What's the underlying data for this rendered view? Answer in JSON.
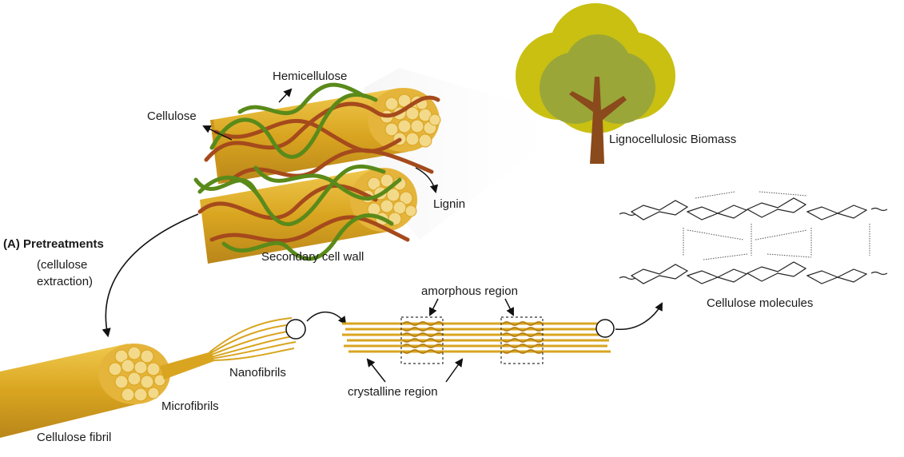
{
  "labels": {
    "hemicellulose": "Hemicellulose",
    "cellulose": "Cellulose",
    "lignin": "Lignin",
    "secondary_cell_wall": "Secondary cell wall",
    "lignocellulosic_biomass": "Lignocellulosic Biomass",
    "pretreatments": "(A) Pretreatments",
    "cellulose_extraction_line1": "(cellulose",
    "cellulose_extraction_line2": "extraction)",
    "nanofibrils": "Nanofibrils",
    "microfibrils": "Microfibrils",
    "cellulose_fibril": "Cellulose fibril",
    "amorphous_region": "amorphous region",
    "crystalline_region": "crystalline region",
    "cellulose_molecules": "Cellulose molecules"
  },
  "colors": {
    "fiber_gold": "#d9a520",
    "fiber_light": "#f2d27a",
    "hemicellulose_green": "#5a8a1a",
    "lignin_brown": "#a54a1c",
    "tree_outer": "#c9c012",
    "tree_inner": "#9aa638",
    "trunk": "#8a4a1c"
  }
}
